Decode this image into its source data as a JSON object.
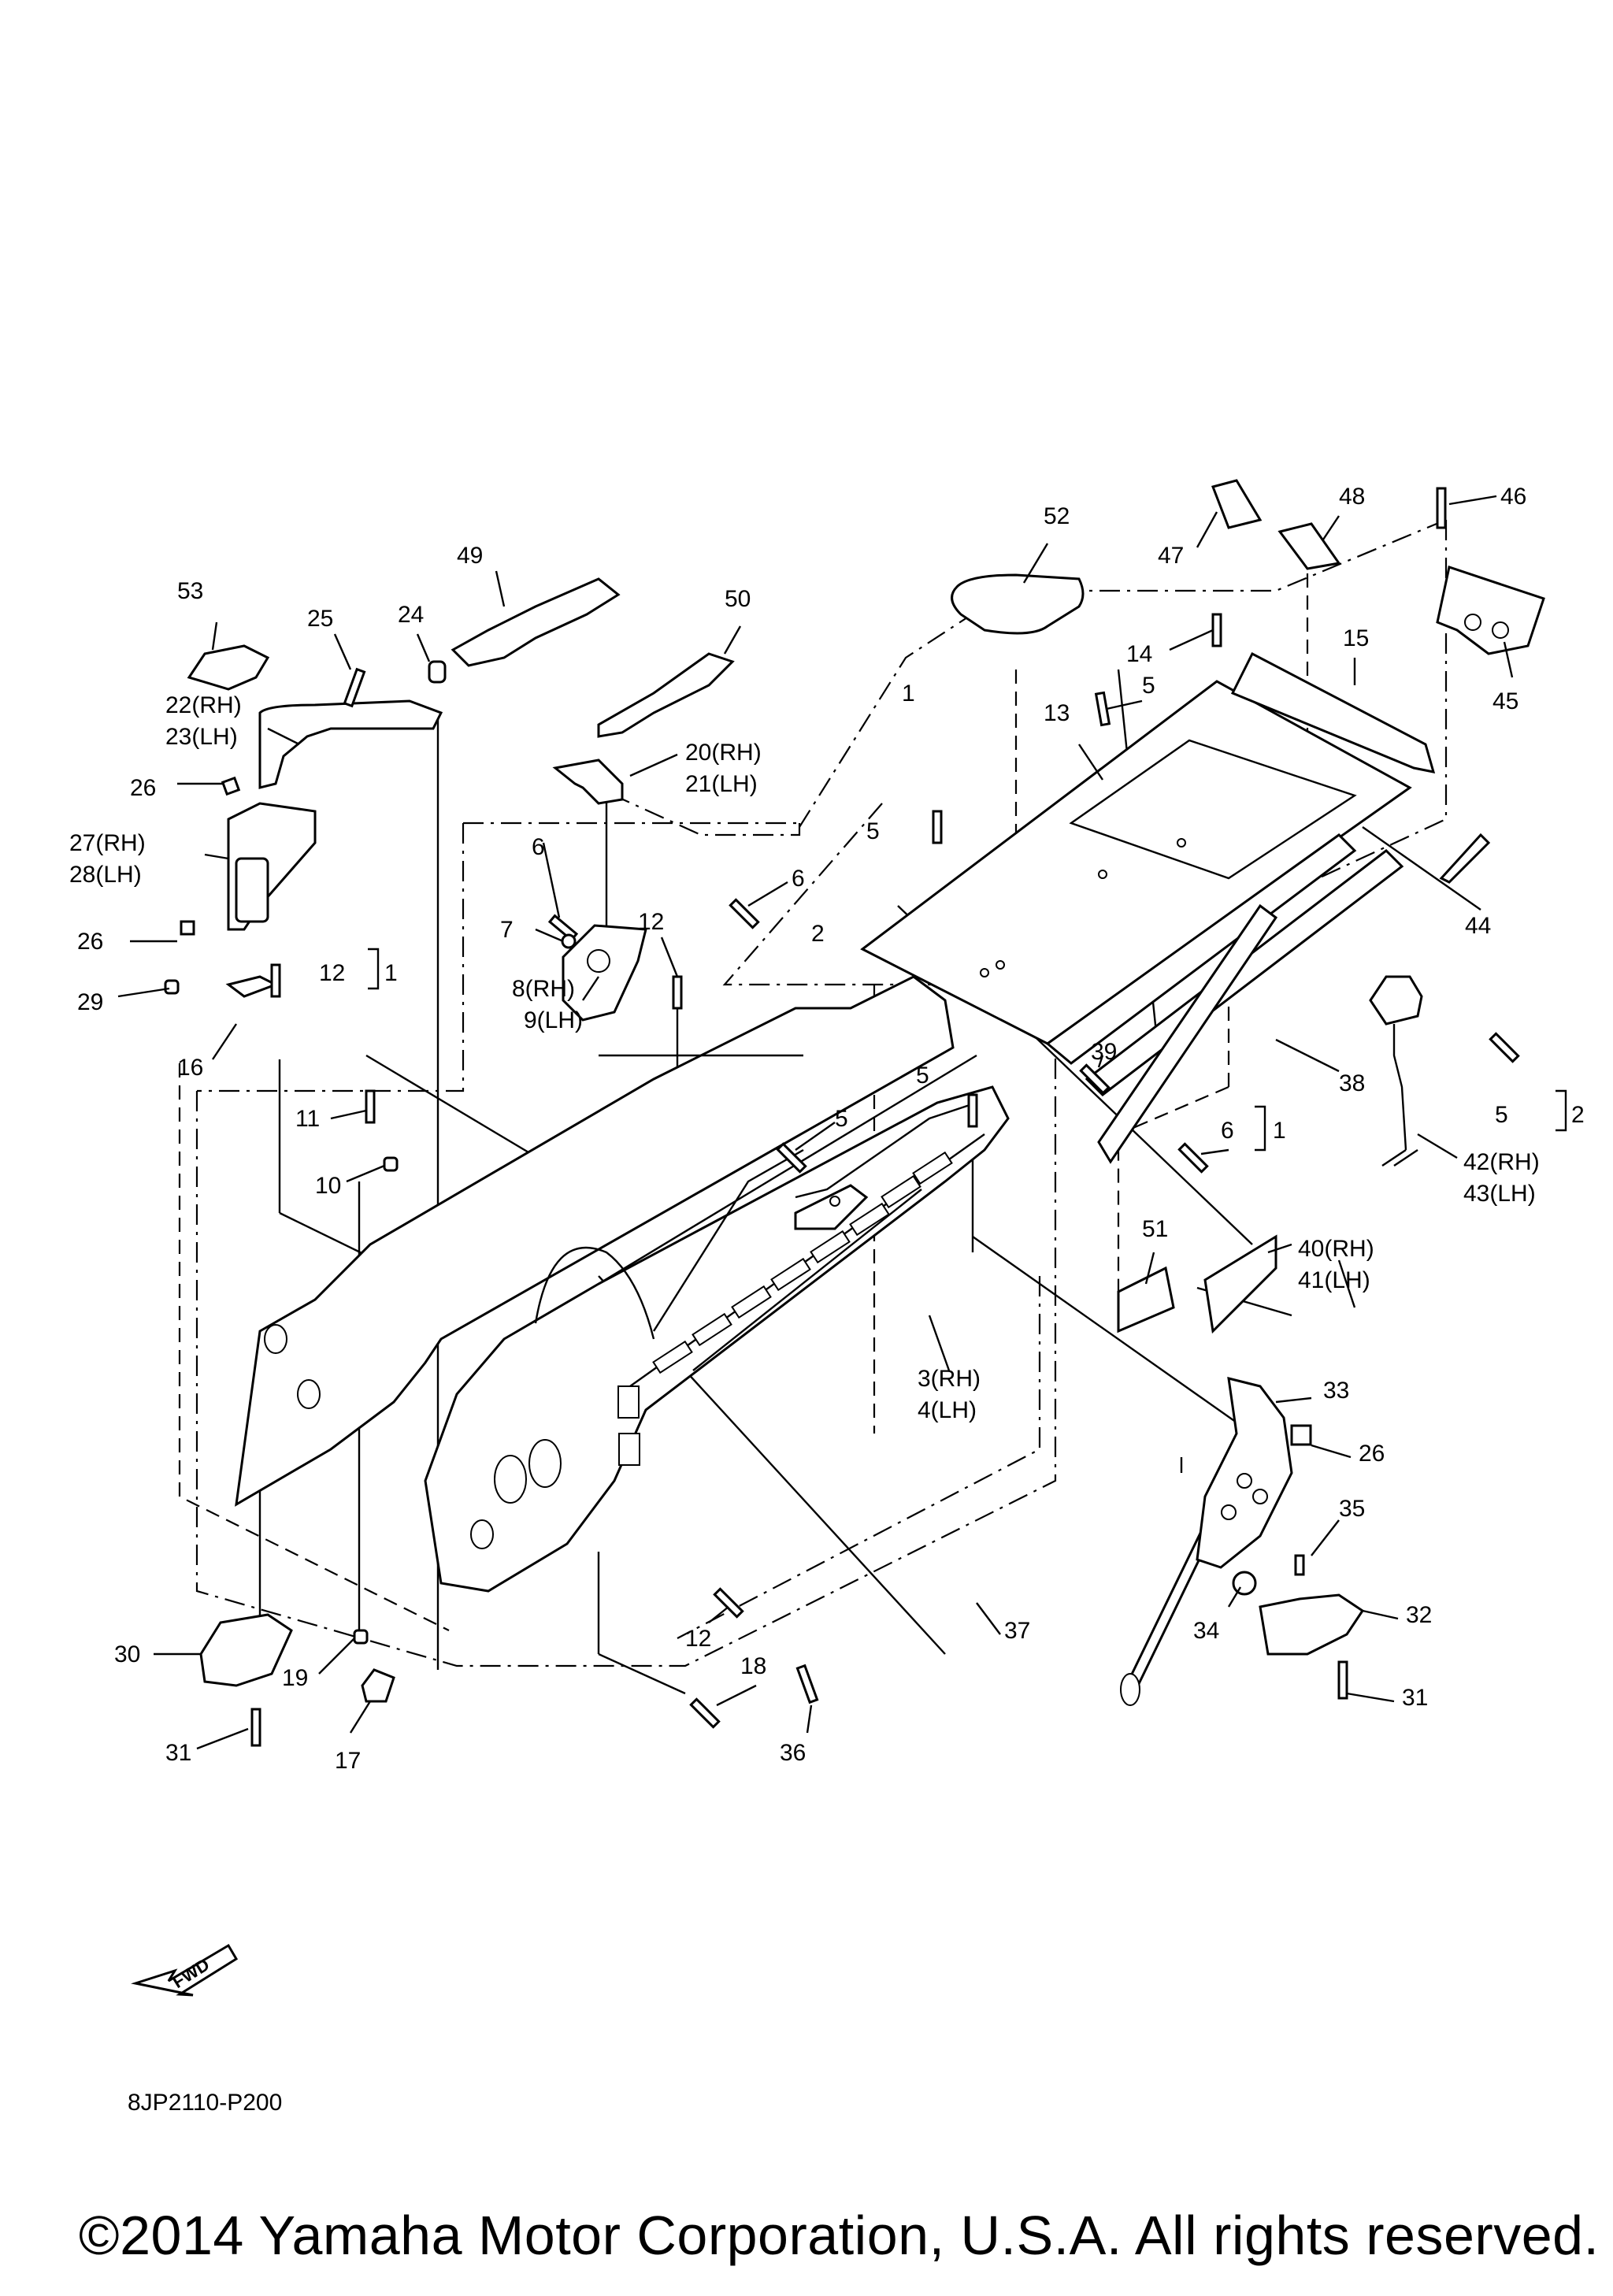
{
  "diagram": {
    "callouts": {
      "c53": "53",
      "c25": "25",
      "c24": "24",
      "c49": "49",
      "c50": "50",
      "c22": "22(RH)",
      "c23": "23(LH)",
      "c26a": "26",
      "c20": "20(RH)",
      "c21": "21(LH)",
      "c27": "27(RH)",
      "c28": "28(LH)",
      "c26b": "26",
      "c29": "29",
      "c12a": "12",
      "c12a_ref": "1",
      "c16": "16",
      "c6a": "6",
      "c7": "7",
      "c8": "8(RH)",
      "c9": "9(LH)",
      "c12b": "12",
      "c11": "11",
      "c10": "10",
      "c1": "1",
      "c2": "2",
      "c6b": "6",
      "c5a": "5",
      "c5b": "5",
      "c5c": "5",
      "c52": "52",
      "c47": "47",
      "c48": "48",
      "c46": "46",
      "c14": "14",
      "c5d": "5",
      "c13": "13",
      "c15": "15",
      "c45": "45",
      "c44": "44",
      "c39": "39",
      "c38": "38",
      "c5e": "5",
      "c5e_ref": "2",
      "c42": "42(RH)",
      "c43": "43(LH)",
      "c6c": "6",
      "c6c_ref": "1",
      "c40": "40(RH)",
      "c41": "41(LH)",
      "c51": "51",
      "c3": "3(RH)",
      "c4": "4(LH)",
      "c33": "33",
      "c26c": "26",
      "c35": "35",
      "c34": "34",
      "c32": "32",
      "c31a": "31",
      "c37": "37",
      "c36": "36",
      "c18": "18",
      "c12c": "12",
      "c30": "30",
      "c19": "19",
      "c31b": "31",
      "c17": "17"
    },
    "fwd_label": "FWD",
    "drawing_code": "8JP2110-P200"
  },
  "footer": {
    "copyright": "©2014 Yamaha Motor Corporation, U.S.A. All rights reserved."
  }
}
